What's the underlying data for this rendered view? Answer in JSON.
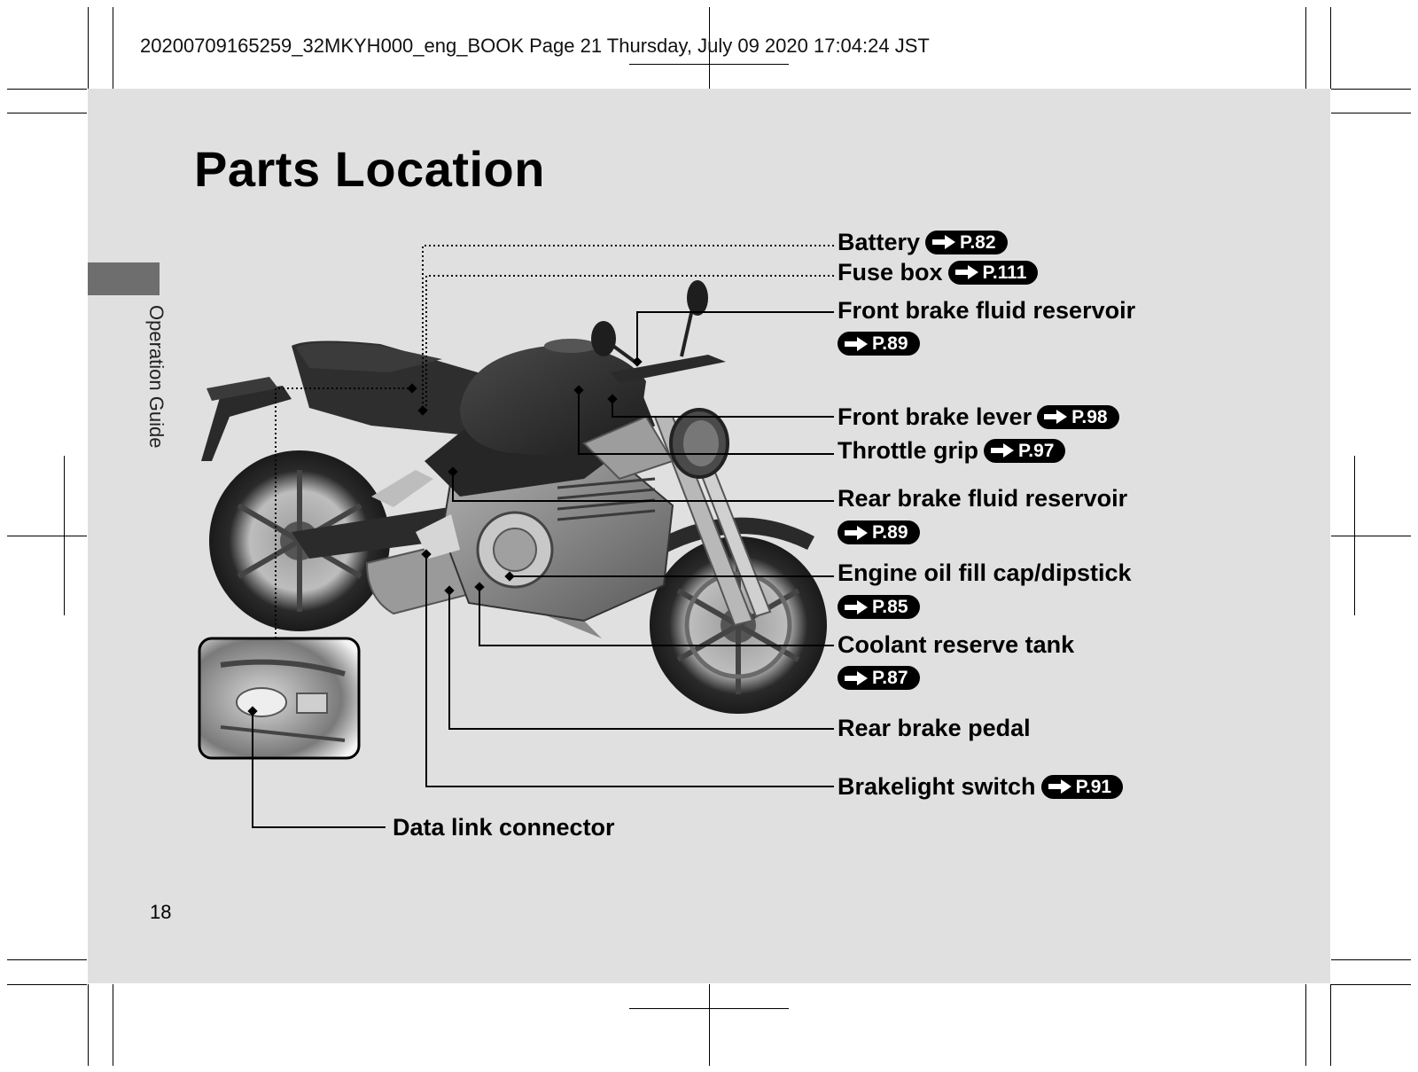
{
  "print_header": "20200709165259_32MKYH000_eng_BOOK Page 21 Thursday, July 09 2020 17:04:24 JST",
  "section_label": "Operation Guide",
  "title": "Parts Location",
  "page_number": "18",
  "parts": {
    "battery": {
      "label": "Battery",
      "ref": "P.82"
    },
    "fuse_box": {
      "label": "Fuse box",
      "ref": "P.111"
    },
    "front_brake_fluid_reservoir": {
      "label": "Front brake fluid reservoir",
      "ref": "P.89"
    },
    "front_brake_lever": {
      "label": "Front brake lever",
      "ref": "P.98"
    },
    "throttle_grip": {
      "label": "Throttle grip",
      "ref": "P.97"
    },
    "rear_brake_fluid_reservoir": {
      "label": "Rear brake fluid reservoir",
      "ref": "P.89"
    },
    "engine_oil_fill_cap": {
      "label": "Engine oil fill cap/dipstick",
      "ref": "P.85"
    },
    "coolant_reserve_tank": {
      "label": "Coolant reserve tank",
      "ref": "P.87"
    },
    "rear_brake_pedal": {
      "label": "Rear brake pedal"
    },
    "brakelight_switch": {
      "label": "Brakelight switch",
      "ref": "P.91"
    },
    "data_link_connector": {
      "label": "Data link connector"
    }
  },
  "colors": {
    "page_background": "#e0e0e0",
    "side_tab": "#6e6e6e",
    "text": "#000000",
    "reference_badge": "#000000"
  },
  "icons": {
    "reference_arrow": "right-arrow-icon",
    "motorcycle": "motorcycle-illustration"
  }
}
